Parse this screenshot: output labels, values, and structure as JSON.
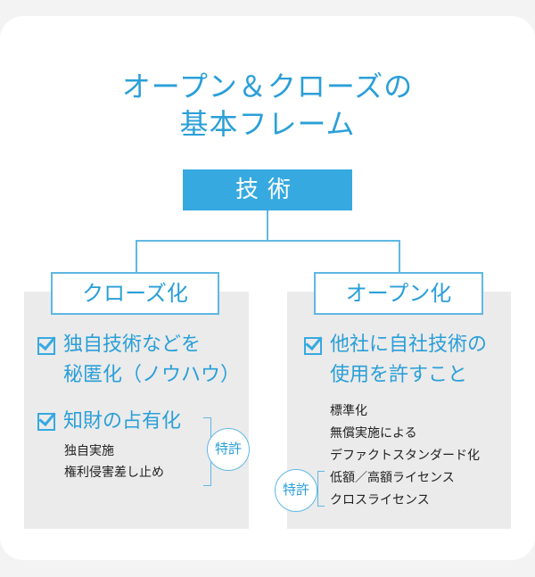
{
  "title": {
    "line1": "オープン＆クローズの",
    "line2": "基本フレーム"
  },
  "root": "技術",
  "left": {
    "label": "クローズ化",
    "item1": [
      "独自技術などを",
      "秘匿化（ノウハウ）"
    ],
    "item2": "知財の占有化",
    "subs": [
      "独自実施",
      "権利侵害差し止め"
    ],
    "badge": "特許"
  },
  "right": {
    "label": "オープン化",
    "item1": [
      "他社に自社技術の",
      "使用を許すこと"
    ],
    "subs": [
      "標準化",
      "無償実施による",
      "デファクトスタンダード化",
      "低額／高額ライセンス",
      "クロスライセンス"
    ],
    "badge": "特許"
  },
  "colors": {
    "accent": "#36a9e1",
    "text": "#2a9fd8",
    "panel": "#ebebeb"
  }
}
